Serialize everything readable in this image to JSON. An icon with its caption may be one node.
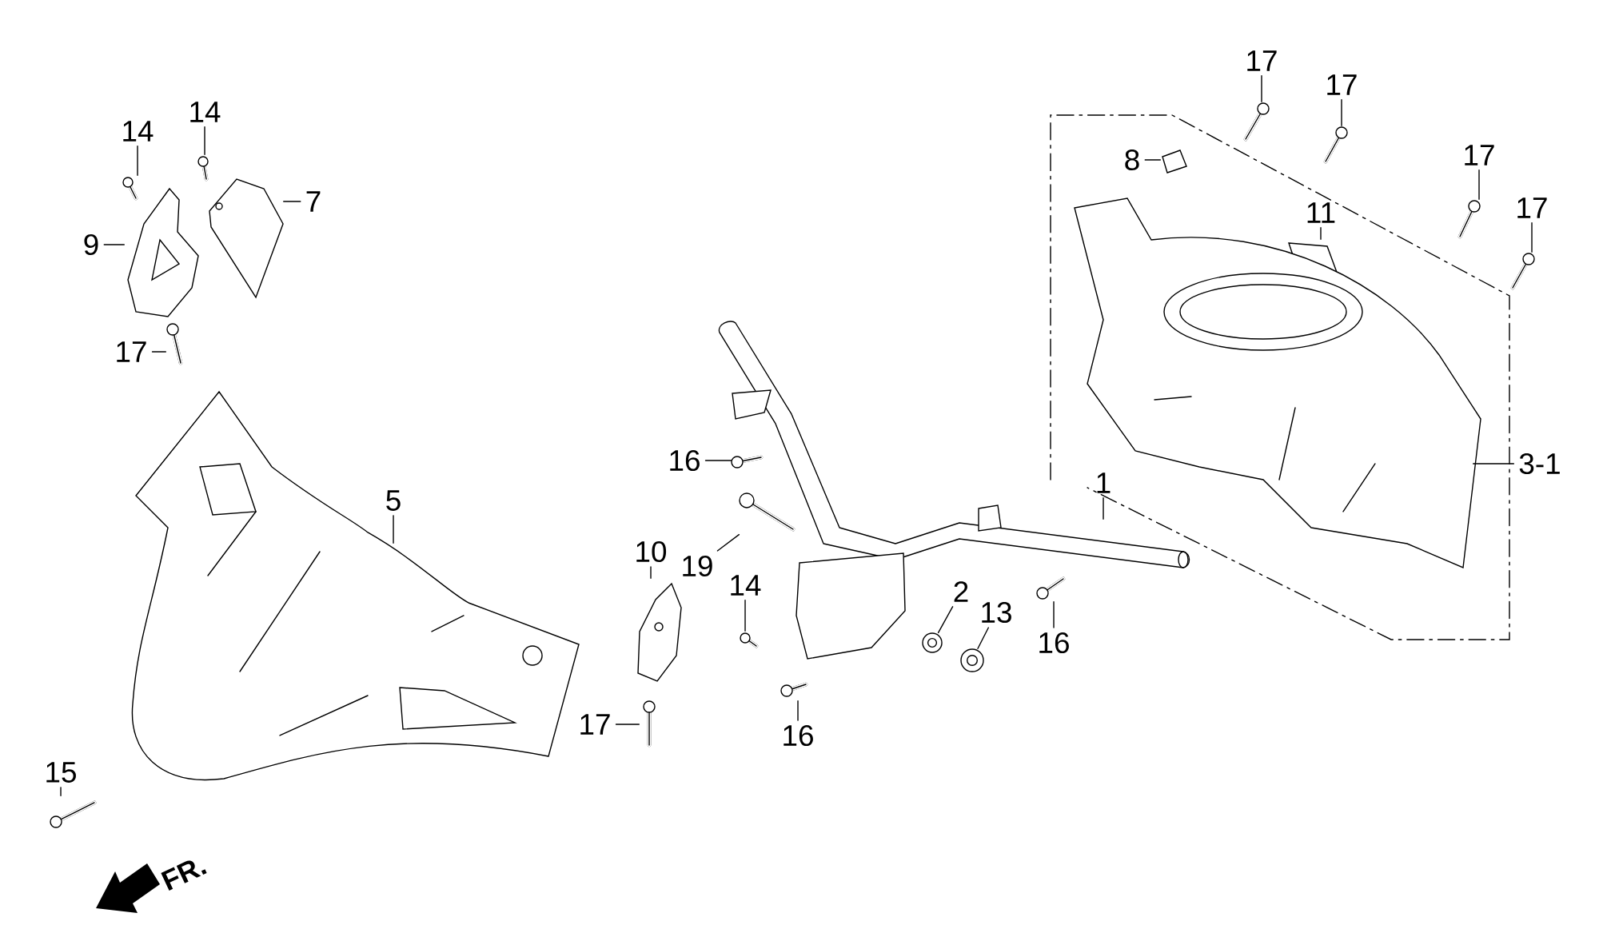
{
  "diagram": {
    "nodes": [
      {
        "text": [
          "14"
        ]
      },
      {
        "text": [],
        "shape": "picture"
      },
      {
        "text": [
          "14"
        ]
      },
      {
        "text": [],
        "shape": "picture"
      },
      {
        "text": [
          "7"
        ]
      },
      {
        "text": [],
        "shape": "picture"
      },
      {
        "text": [
          "9"
        ]
      },
      {
        "text": [],
        "shape": "picture"
      },
      {
        "text": [
          "17"
        ]
      },
      {
        "text": [],
        "shape": "picture"
      },
      {
        "text": [
          "17"
        ]
      },
      {
        "text": [],
        "shape": "picture"
      },
      {
        "text": [
          "17"
        ]
      },
      {
        "text": [],
        "shape": "picture"
      },
      {
        "text": [
          "8"
        ]
      },
      {
        "text": [],
        "shape": "picture"
      },
      {
        "text": [
          "17"
        ]
      },
      {
        "text": [],
        "shape": "picture"
      },
      {
        "text": [
          "17"
        ]
      },
      {
        "text": [],
        "shape": "picture"
      },
      {
        "text": [
          "11"
        ]
      },
      {
        "text": [],
        "shape": "picture"
      },
      {
        "text": [
          "3-1"
        ]
      },
      {
        "text": [],
        "shape": "picture"
      },
      {
        "text": [
          "16"
        ]
      },
      {
        "text": [],
        "shape": "picture"
      },
      {
        "text": [
          "5"
        ]
      },
      {
        "text": [],
        "shape": "picture"
      },
      {
        "text": [
          "1"
        ]
      },
      {
        "text": [],
        "shape": "picture"
      },
      {
        "text": [
          "19"
        ]
      },
      {
        "text": [],
        "shape": "picture"
      },
      {
        "text": [
          "10"
        ]
      },
      {
        "text": [],
        "shape": "picture"
      },
      {
        "text": [
          "14"
        ]
      },
      {
        "text": [],
        "shape": "picture"
      },
      {
        "text": [
          "2"
        ]
      },
      {
        "text": [],
        "shape": "picture"
      },
      {
        "text": [
          "13"
        ]
      },
      {
        "text": [],
        "shape": "picture"
      },
      {
        "text": [
          "16"
        ]
      },
      {
        "text": [],
        "shape": "picture"
      },
      {
        "text": [
          "16"
        ]
      },
      {
        "text": [],
        "shape": "picture"
      },
      {
        "text": [
          "17"
        ]
      },
      {
        "text": [],
        "shape": "picture"
      },
      {
        "text": [
          "15"
        ]
      },
      {
        "text": [],
        "shape": "picture"
      }
    ],
    "edges": [
      {
        "from": 0,
        "to": 1,
        "arrow": "none"
      },
      {
        "from": 2,
        "to": 3,
        "arrow": "none"
      },
      {
        "from": 4,
        "to": 5,
        "arrow": "none"
      },
      {
        "from": 6,
        "to": 7,
        "arrow": "none"
      },
      {
        "from": 8,
        "to": 9,
        "arrow": "none"
      },
      {
        "from": 10,
        "to": 11,
        "arrow": "none"
      },
      {
        "from": 12,
        "to": 13,
        "arrow": "none"
      },
      {
        "from": 14,
        "to": 15,
        "arrow": "none"
      },
      {
        "from": 16,
        "to": 17,
        "arrow": "none"
      },
      {
        "from": 18,
        "to": 19,
        "arrow": "none"
      },
      {
        "from": 20,
        "to": 21,
        "arrow": "none"
      },
      {
        "from": 22,
        "to": 23,
        "arrow": "none"
      },
      {
        "from": 24,
        "to": 25,
        "arrow": "none"
      },
      {
        "from": 26,
        "to": 27,
        "arrow": "none"
      },
      {
        "from": 28,
        "to": 29,
        "arrow": "none"
      },
      {
        "from": 30,
        "to": 31,
        "arrow": "none"
      },
      {
        "from": 32,
        "to": 33,
        "arrow": "none"
      },
      {
        "from": 34,
        "to": 35,
        "arrow": "none"
      },
      {
        "from": 36,
        "to": 37,
        "arrow": "none"
      },
      {
        "from": 38,
        "to": 39,
        "arrow": "none"
      },
      {
        "from": 40,
        "to": 41,
        "arrow": "none"
      },
      {
        "from": 42,
        "to": 43,
        "arrow": "none"
      },
      {
        "from": 44,
        "to": 45,
        "arrow": "none"
      },
      {
        "from": 46,
        "to": 47,
        "arrow": "none"
      }
    ],
    "labels": [
      "FR."
    ]
  }
}
